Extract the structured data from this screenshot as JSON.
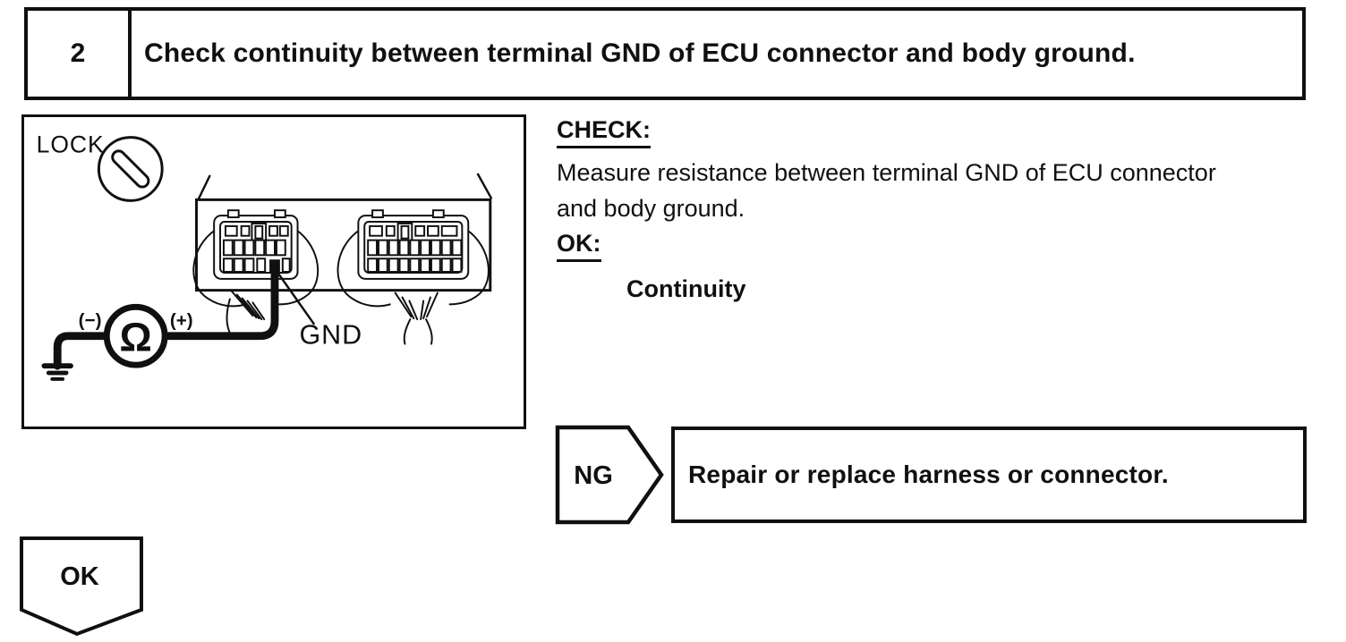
{
  "colors": {
    "ink": "#101010",
    "paper": "#ffffff"
  },
  "step": {
    "number": "2",
    "title": "Check continuity between terminal GND of ECU connector and body ground."
  },
  "diagram": {
    "lock_label": "LOCK",
    "terminal_label": "GND",
    "meter_symbol": "Ω",
    "meter_negative": "(−)",
    "meter_positive": "(+)"
  },
  "instructions": {
    "check_heading": "CHECK:",
    "check_line1": "Measure resistance between terminal GND of ECU connector",
    "check_line2": "and body ground.",
    "ok_heading": "OK:",
    "ok_result": "Continuity"
  },
  "flow": {
    "ng_badge": "NG",
    "ng_action": "Repair or replace harness or connector.",
    "ok_badge": "OK"
  }
}
